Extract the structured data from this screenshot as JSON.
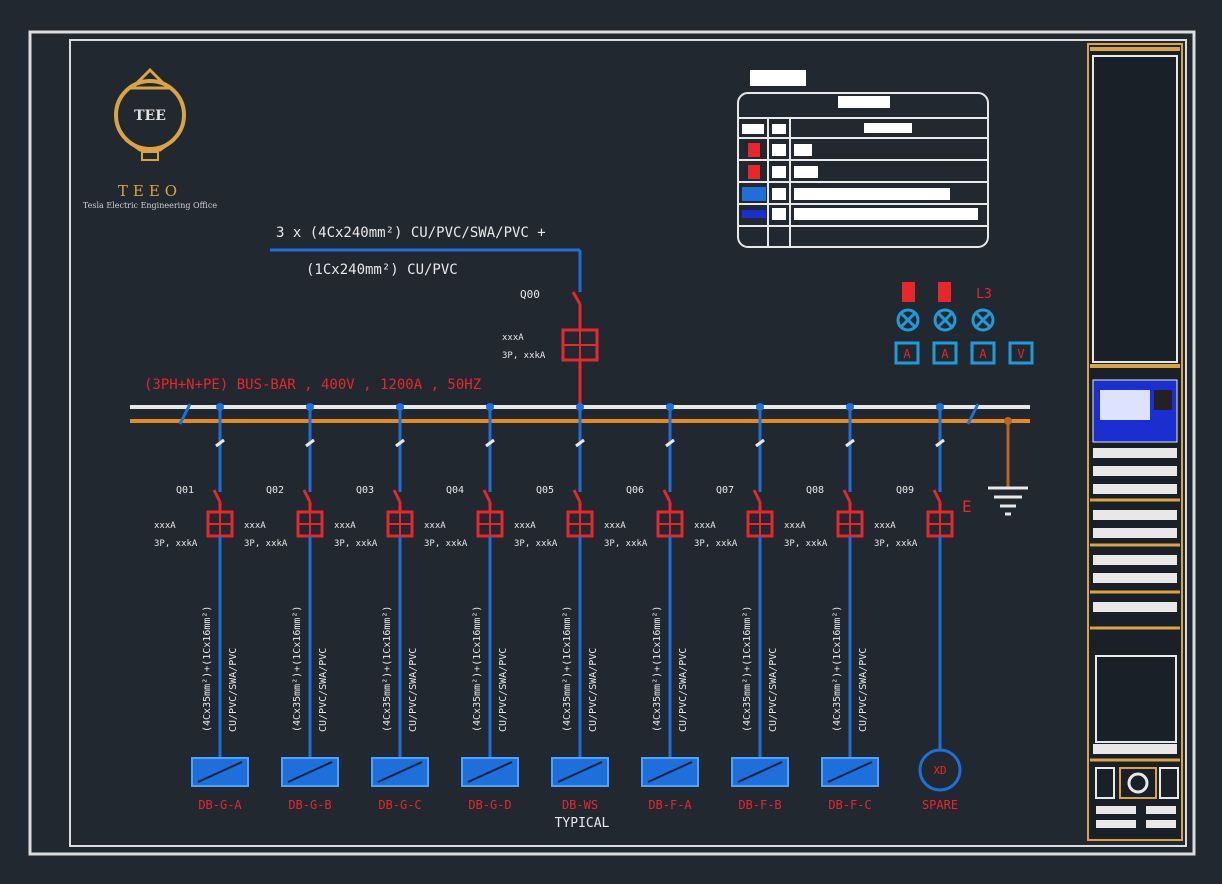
{
  "logo": {
    "name": "TEEO",
    "subtitle": "Tesla Electric Engineering Office",
    "mark": "TEE"
  },
  "incoming": {
    "cable_line1": "3 x (4Cx240mm²) CU/PVC/SWA/PVC +",
    "cable_line2": "(1Cx240mm²) CU/PVC",
    "breaker_tag": "Q00",
    "breaker_rating": "xxxA",
    "breaker_poles": "3P, xxkA"
  },
  "busbar": {
    "label": "(3PH+N+PE) BUS-BAR , 400V , 1200A , 50HZ"
  },
  "earth_label": "E",
  "phase_labels": [
    "",
    "",
    "L3"
  ],
  "meters": [
    "A",
    "A",
    "A",
    "V"
  ],
  "feeders": [
    {
      "tag": "Q01",
      "rating": "xxxA",
      "poles": "3P, xxkA",
      "cable1": "(4Cx35mm²)+(1Cx16mm²)",
      "cable2": "CU/PVC/SWA/PVC",
      "panel": "DB-G-A"
    },
    {
      "tag": "Q02",
      "rating": "xxxA",
      "poles": "3P, xxkA",
      "cable1": "(4Cx35mm²)+(1Cx16mm²)",
      "cable2": "CU/PVC/SWA/PVC",
      "panel": "DB-G-B"
    },
    {
      "tag": "Q03",
      "rating": "xxxA",
      "poles": "3P, xxkA",
      "cable1": "(4Cx35mm²)+(1Cx16mm²)",
      "cable2": "CU/PVC/SWA/PVC",
      "panel": "DB-G-C"
    },
    {
      "tag": "Q04",
      "rating": "xxxA",
      "poles": "3P, xxkA",
      "cable1": "(4Cx35mm²)+(1Cx16mm²)",
      "cable2": "CU/PVC/SWA/PVC",
      "panel": "DB-G-D"
    },
    {
      "tag": "Q05",
      "rating": "xxxA",
      "poles": "3P, xxkA",
      "cable1": "(4Cx35mm²)+(1Cx16mm²)",
      "cable2": "CU/PVC/SWA/PVC",
      "panel": "DB-WS"
    },
    {
      "tag": "Q06",
      "rating": "xxxA",
      "poles": "3P, xxkA",
      "cable1": "(4Cx35mm²)+(1Cx16mm²)",
      "cable2": "CU/PVC/SWA/PVC",
      "panel": "DB-F-A"
    },
    {
      "tag": "Q07",
      "rating": "xxxA",
      "poles": "3P, xxkA",
      "cable1": "(4Cx35mm²)+(1Cx16mm²)",
      "cable2": "CU/PVC/SWA/PVC",
      "panel": "DB-F-B"
    },
    {
      "tag": "Q08",
      "rating": "xxxA",
      "poles": "3P, xxkA",
      "cable1": "(4Cx35mm²)+(1Cx16mm²)",
      "cable2": "CU/PVC/SWA/PVC",
      "panel": "DB-F-C"
    },
    {
      "tag": "Q09",
      "rating": "xxxA",
      "poles": "3P, xxkA",
      "cable1": "",
      "cable2": "",
      "panel": "SPARE"
    }
  ],
  "typical_label": "TYPICAL",
  "spare_symbol": "XD",
  "colors": {
    "background": "#212830",
    "wire": "#1e6fd9",
    "device": "#e8262b",
    "earth": "#b5651d",
    "neutral_bar": "#e58a1f",
    "frame": "#e8e8e8",
    "titleblock_accent": "#d9a441"
  }
}
